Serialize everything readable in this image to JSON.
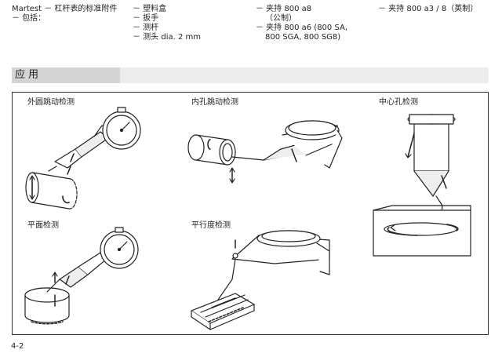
{
  "header": {
    "col1": [
      "Martest － 杠杆表的标准附件",
      "－ 包括："
    ],
    "col2": [
      "－ 塑料盒",
      "－ 扳手",
      "－ 测杆",
      "－ 测头 dia. 2 mm"
    ],
    "col3": [
      "－ 夹持 800 a8",
      "（公制）",
      "－ 夹持 800 a6 (800 SA,",
      "800 SGA, 800 SG8)"
    ],
    "col4": [
      "－ 夹持 800 a3 / 8（英制）"
    ]
  },
  "section": {
    "title": "应用"
  },
  "captions": {
    "outer_runout": "外圆跳动检测",
    "inner_runout": "内孔跳动检测",
    "center_hole": "中心孔检测",
    "flatness": "平面检测",
    "parallelism": "平行度检测"
  },
  "footer": {
    "page_number": "4-2"
  }
}
